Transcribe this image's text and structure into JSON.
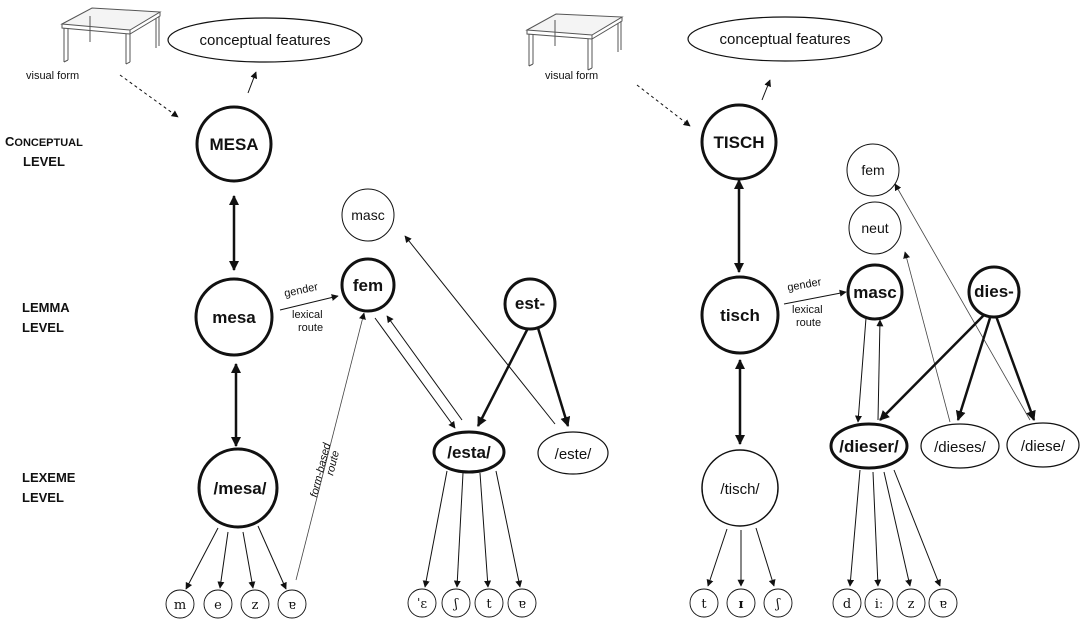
{
  "levels": {
    "conceptual": [
      "C",
      "ONCEPTUAL",
      "LEVEL"
    ],
    "lemma": [
      "LEMMA",
      "LEVEL"
    ],
    "lexeme": [
      "LEXEME",
      "LEVEL"
    ]
  },
  "labels": {
    "visual_form": "visual form",
    "conceptual_features": "conceptual features",
    "gender": "gender",
    "lexical_route": [
      "lexical",
      "route"
    ],
    "form_based_route": [
      "form-based",
      "route"
    ]
  },
  "spanish": {
    "concept": "MESA",
    "lemma": "mesa",
    "lexeme": "/mesa/",
    "gender_nodes": [
      "masc",
      "fem"
    ],
    "determiner_lemma": "est-",
    "determiner_forms": [
      "/esta/",
      "/este/"
    ],
    "phonemes_noun": [
      "m",
      "e",
      "z",
      "ɐ"
    ],
    "phonemes_det": [
      "ˈɛ",
      "ʃ",
      "t",
      "ɐ"
    ]
  },
  "german": {
    "concept": "TISCH",
    "lemma": "tisch",
    "lexeme": "/tisch/",
    "gender_nodes": [
      "fem",
      "neut",
      "masc"
    ],
    "determiner_lemma": "dies-",
    "determiner_forms": [
      "/dieser/",
      "/dieses/",
      "/diese/"
    ],
    "phonemes_noun": [
      "t",
      "ɪ",
      "ʃ"
    ],
    "phonemes_det": [
      "d",
      "iː",
      "z",
      "ɐ"
    ]
  }
}
